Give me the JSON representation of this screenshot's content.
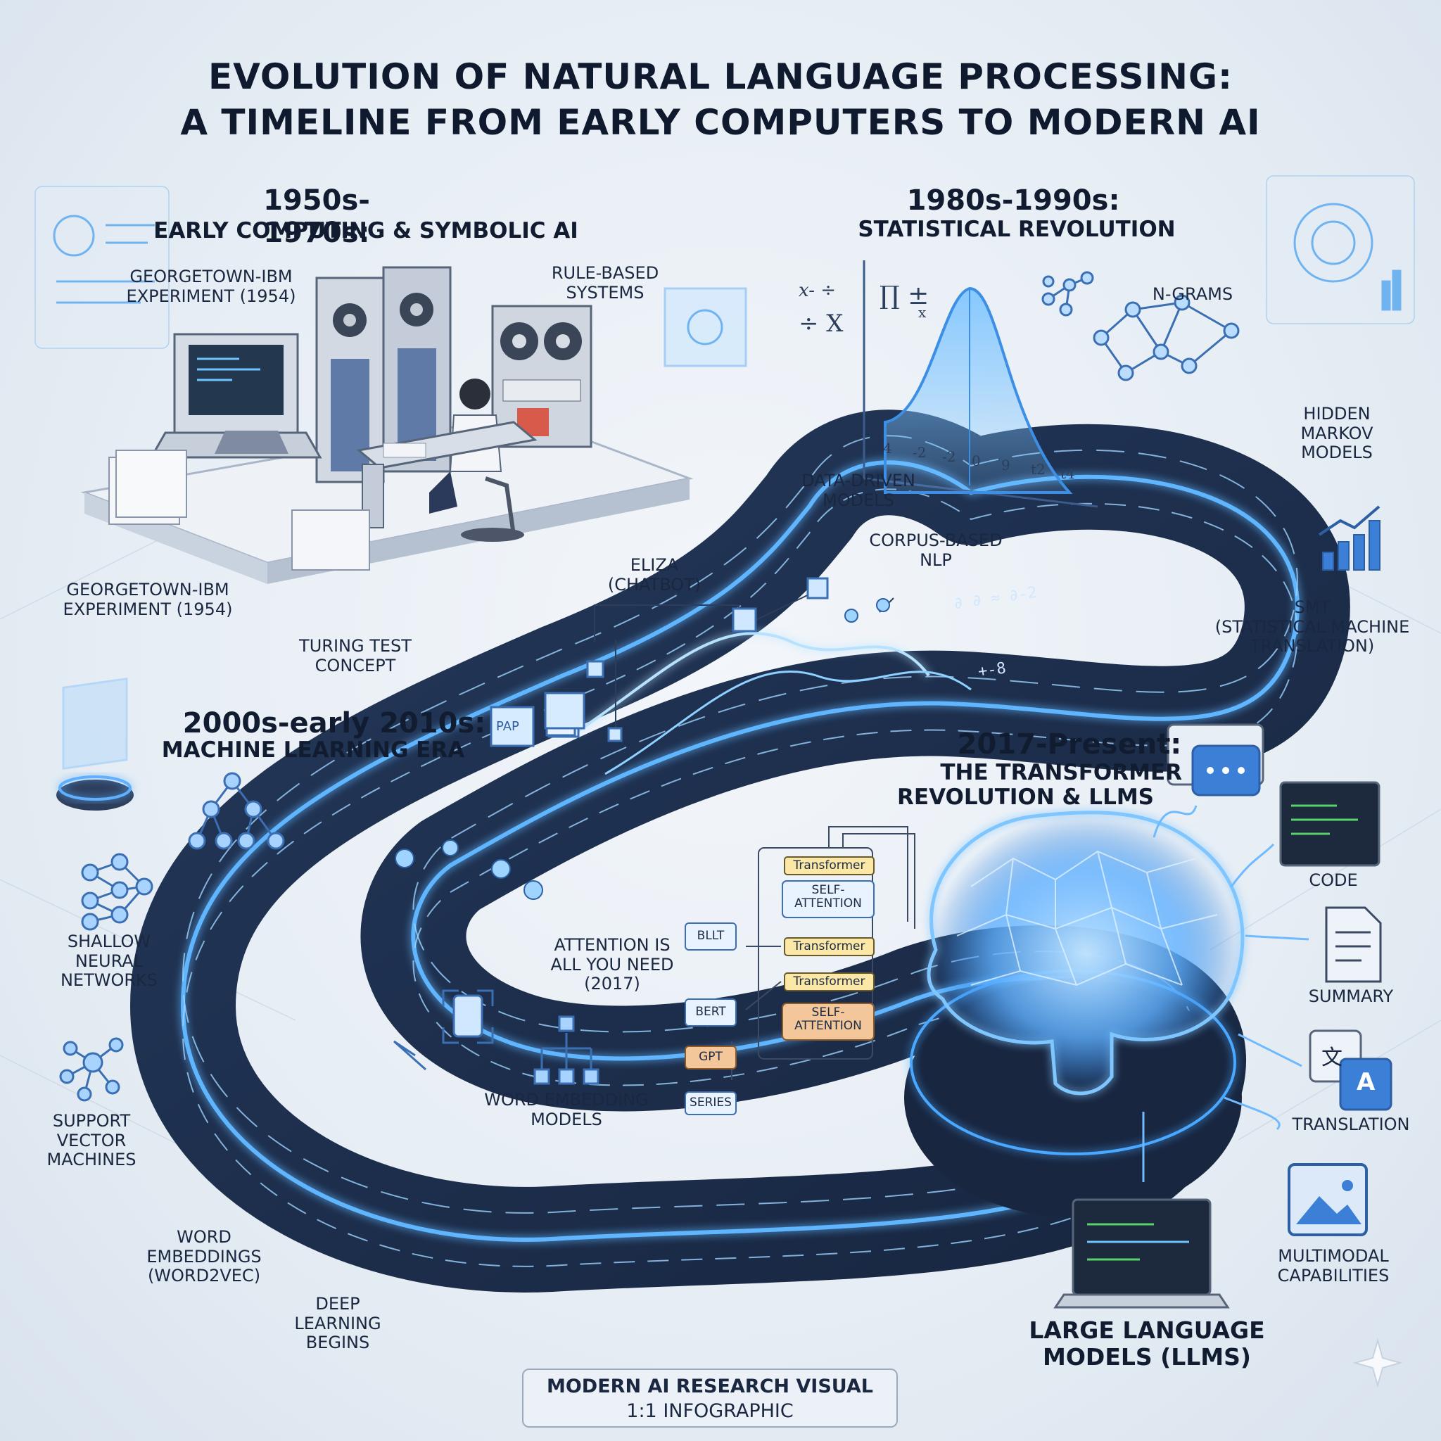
{
  "title": {
    "line1": "Evolution of Natural Language Processing:",
    "line2": "A Timeline from Early Computers to Modern AI"
  },
  "eras": [
    {
      "years": "1950s-1970s:",
      "name": "Early Computing & Symbolic AI"
    },
    {
      "years": "1980s-1990s:",
      "name": "Statistical Revolution"
    },
    {
      "years": "2000s-early 2010s:",
      "name": "Machine Learning Era"
    },
    {
      "years": "2017-Present:",
      "name1": "The Transformer",
      "name2": "Revolution & LLMs"
    }
  ],
  "labels": {
    "georgetown_top": [
      "Georgetown-IBM",
      "Experiment (1954)"
    ],
    "rule_based": [
      "Rule-Based",
      "Systems"
    ],
    "georgetown_bottom": [
      "Georgetown-IBM",
      "Experiment (1954)"
    ],
    "eliza": [
      "ELIZA",
      "(Chatbot)"
    ],
    "turing": [
      "Turing Test",
      "Concept"
    ],
    "ngrams": "N-Grams",
    "hmm": [
      "Hidden",
      "Markov",
      "Models"
    ],
    "data_driven": [
      "Data-Driven",
      "Models"
    ],
    "corpus": [
      "Corpus-Based",
      "NLP"
    ],
    "smt": [
      "SMT",
      "(Statistical Machine",
      "Translation)"
    ],
    "shallow": [
      "Shallow",
      "Neural",
      "Networks"
    ],
    "svm": [
      "Support",
      "Vector",
      "Machines"
    ],
    "word_emb": [
      "Word",
      "Embeddings",
      "(Word2Vec)"
    ],
    "deep": [
      "Deep",
      "Learning",
      "Begins"
    ],
    "attention": [
      "Attention Is",
      "All You Need",
      "(2017)"
    ],
    "word_emb_models": [
      "Word Embedding",
      "Models"
    ],
    "code": "Code",
    "summary": "Summary",
    "translation": "Translation",
    "multimodal": [
      "Multimodal",
      "Capabilities"
    ],
    "llms": [
      "Large Language",
      "Models (LLMs)"
    ]
  },
  "stack": {
    "transformer": "Transformer",
    "self_attention": [
      "SELF-",
      "ATTENTION"
    ],
    "bllt": "BLLT",
    "bert": "BERT",
    "gpt": "GPT",
    "series": "SERIES"
  },
  "chart_axis_ticks": [
    "4",
    "-2",
    "-2",
    "0",
    "9",
    "t2",
    "t4"
  ],
  "math_glyphs": [
    "x- ÷",
    "÷ X",
    "∏ ±",
    "x"
  ],
  "track_glyphs": [
    "∂ ∂ ≈ ∂-2",
    "+-8"
  ],
  "box_glyphs": [
    "PAP"
  ],
  "translation_glyphs": [
    "文",
    "A"
  ],
  "footer": {
    "line1": "Modern AI Research Visual",
    "line2": "1:1 Infographic"
  },
  "colors": {
    "track_dark": "#1a2a44",
    "glow": "#4aa8ff",
    "accent_orange": "#f3c79a",
    "accent_yellow": "#fbe7a6"
  }
}
